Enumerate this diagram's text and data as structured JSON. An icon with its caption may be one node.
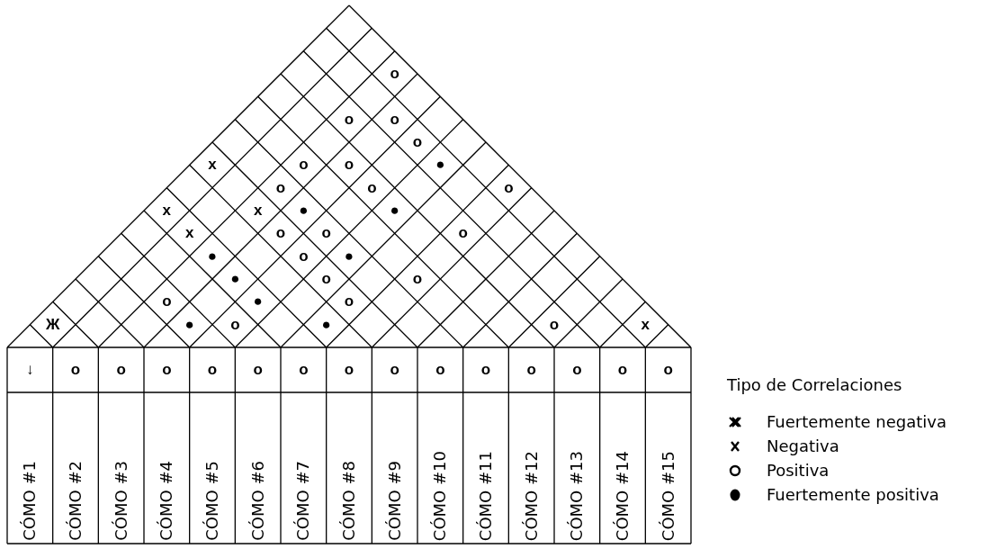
{
  "diagram": {
    "labels": [
      "o",
      "o",
      "o",
      "o",
      "x",
      "o",
      "o",
      "●",
      "o",
      "o",
      "o",
      "x",
      "x",
      "●",
      "●",
      "x",
      "o",
      "o",
      "o",
      "●",
      "o",
      "●",
      "●",
      "o",
      "o",
      "o",
      "●",
      "o",
      "Ж",
      "●",
      "o",
      "●",
      "o",
      "x",
      "↓",
      "o",
      "o",
      "o",
      "o",
      "o",
      "o",
      "o",
      "o",
      "o",
      "o",
      "o",
      "o",
      "o",
      "o",
      "CÓMO #1",
      "CÓMO #2",
      "CÓMO #3",
      "CÓMO #4",
      "CÓMO #5",
      "CÓMO #6",
      "CÓMO #7",
      "CÓMO #8",
      "CÓMO #9",
      "CÓMO #10",
      "CÓMO #11",
      "CÓMO #12",
      "CÓMO #13",
      "CÓMO #14",
      "CÓMO #15",
      "Tipo de Correlaciones"
    ],
    "legend": [
      {
        "text": "Fuertemente negativa"
      },
      {
        "text": "Negativa"
      },
      {
        "text": "Positiva"
      },
      {
        "text": "Fuertemente positiva"
      }
    ]
  }
}
